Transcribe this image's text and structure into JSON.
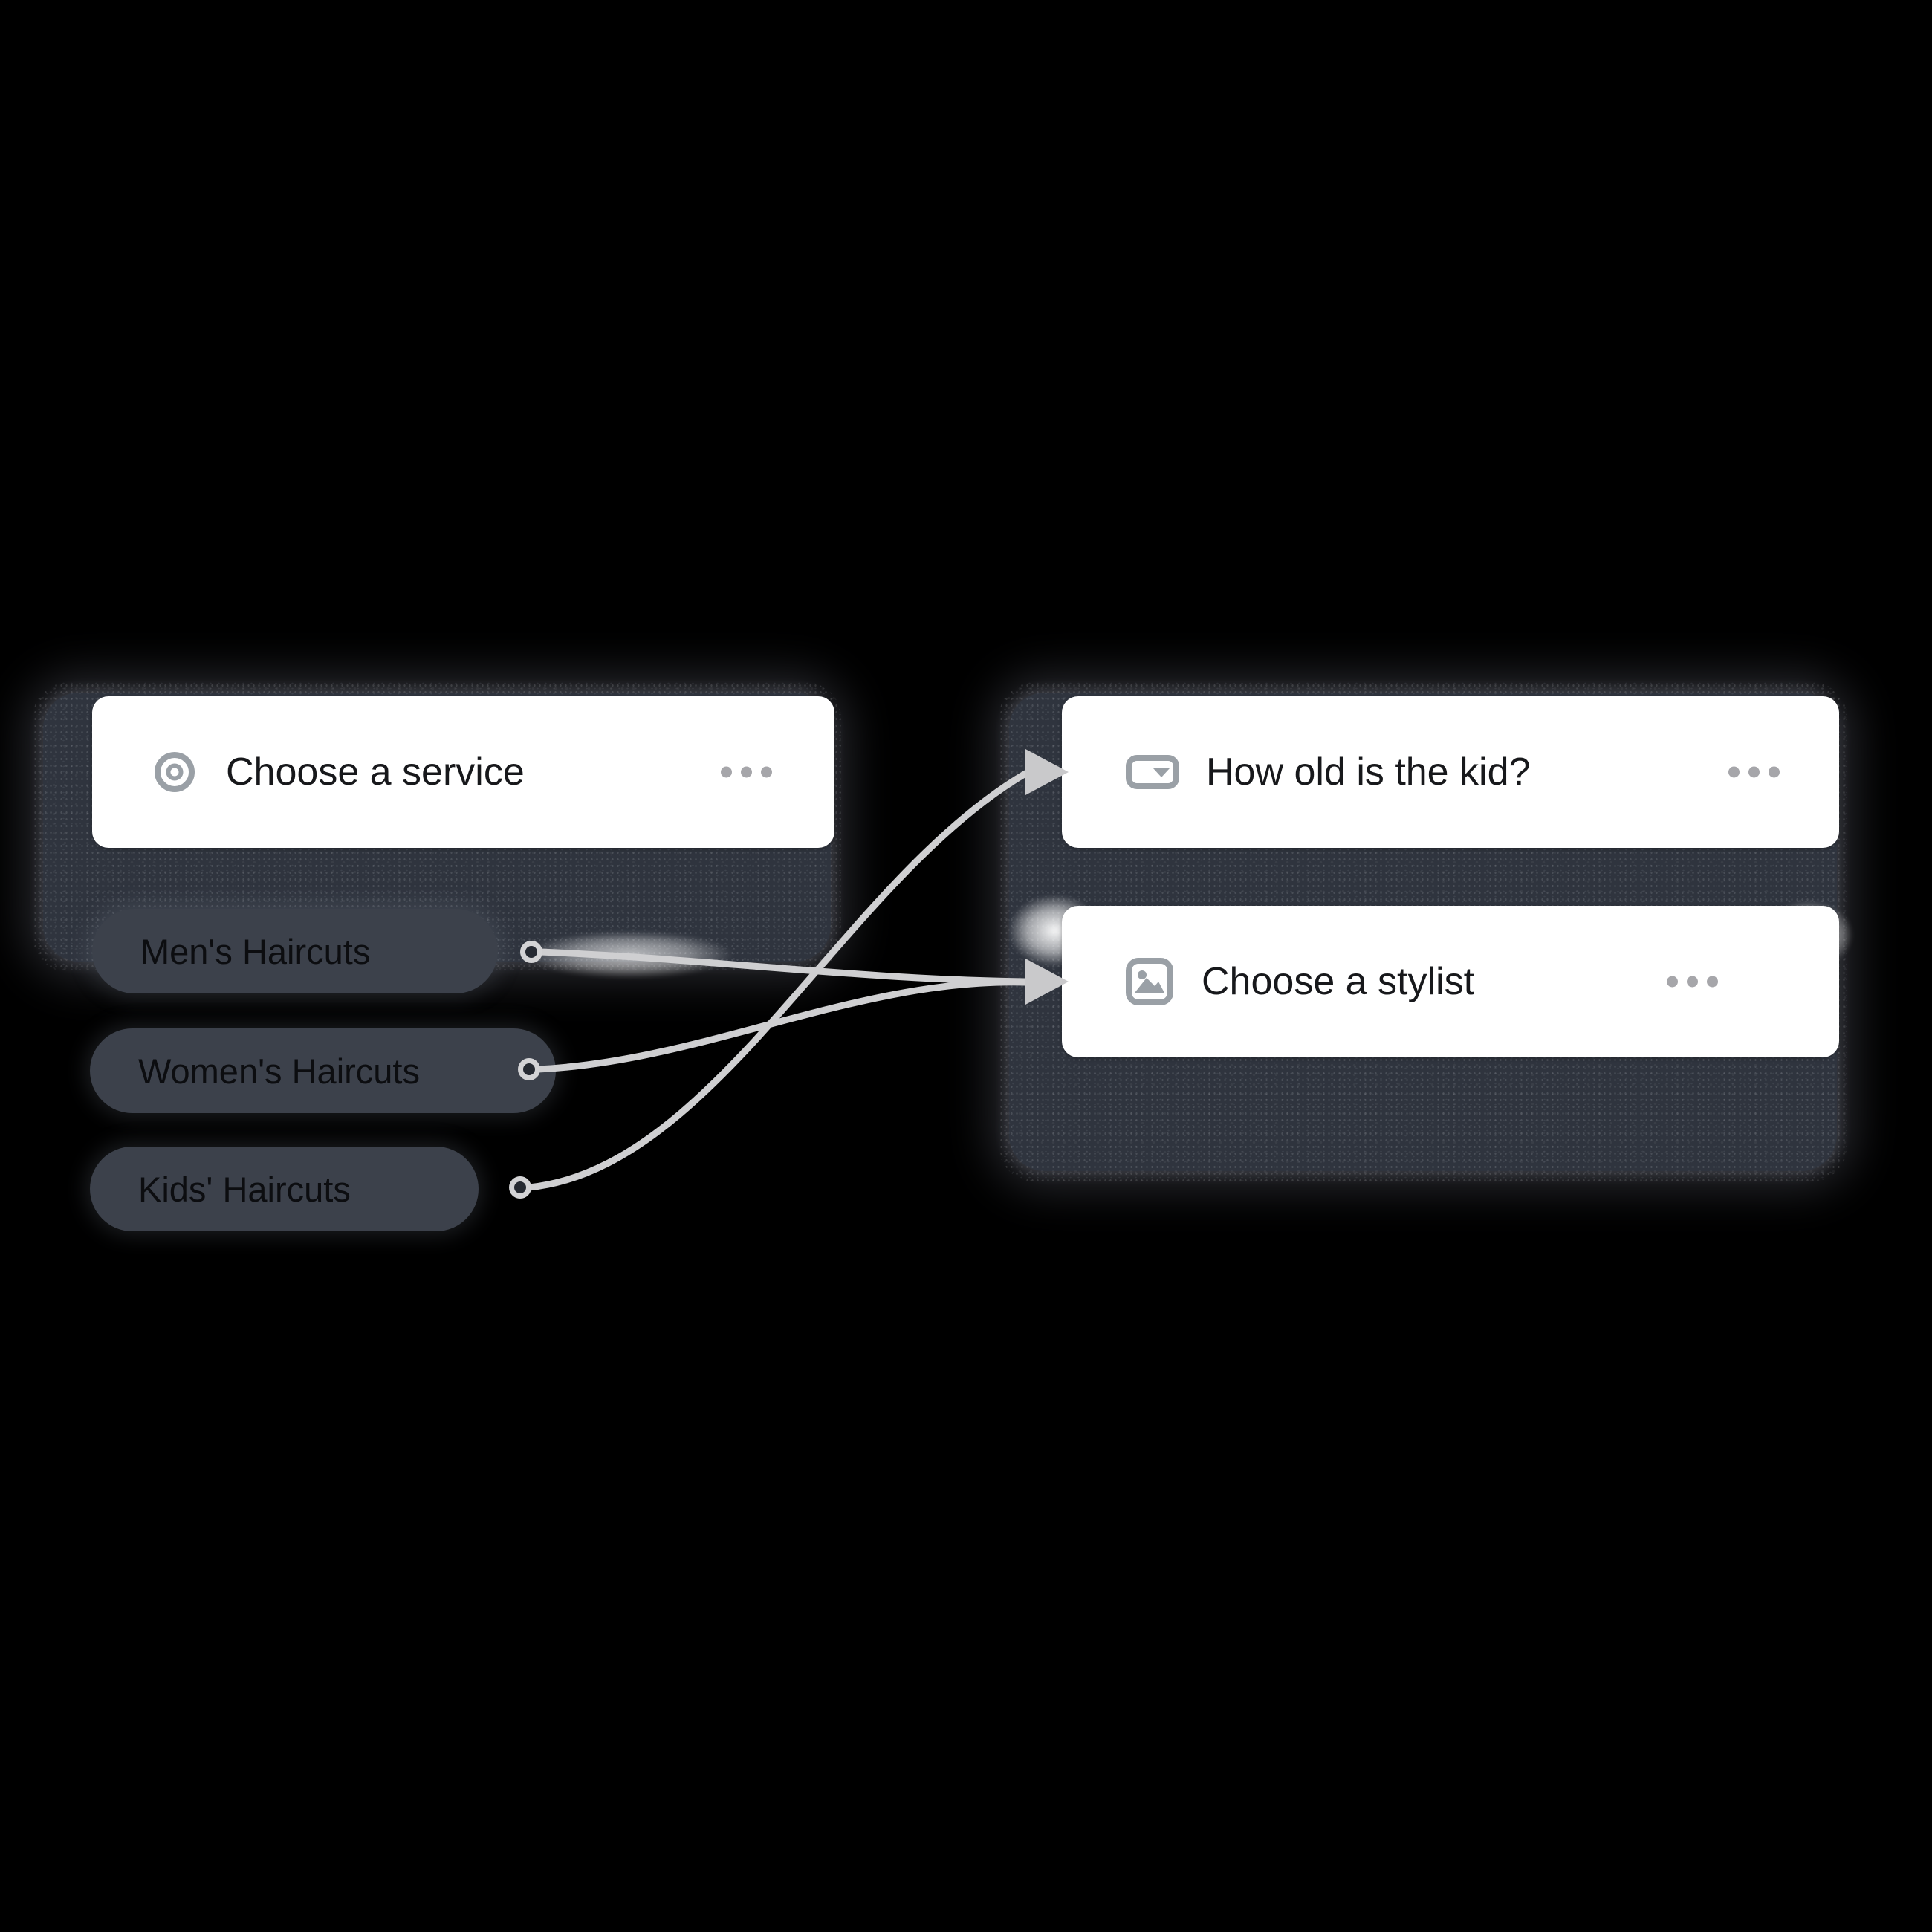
{
  "diagram": {
    "service_node": {
      "title": "Choose a service",
      "icon": "target-icon",
      "menu_icon": "more-options-icon",
      "options": [
        {
          "label": "Men's Haircuts"
        },
        {
          "label": "Women's Haircuts"
        },
        {
          "label": "Kids' Haircuts"
        }
      ]
    },
    "question_nodes": [
      {
        "title": "How old is the kid?",
        "icon": "dropdown-icon",
        "menu_icon": "more-options-icon"
      },
      {
        "title": "Choose a stylist",
        "icon": "image-icon",
        "menu_icon": "more-options-icon"
      }
    ],
    "connections": [
      {
        "from": "Men's Haircuts",
        "to": "Choose a stylist"
      },
      {
        "from": "Women's Haircuts",
        "to": "Choose a stylist"
      },
      {
        "from": "Kids' Haircuts",
        "to": "How old is the kid?"
      }
    ],
    "colors": {
      "background": "#000000",
      "panel": "#2f343e",
      "pill": "#3c414b",
      "card": "#ffffff",
      "card_text": "#17181b",
      "pill_text": "#0c0d10",
      "icon_gray": "#9aa0a6",
      "connector": "#cfcfd1",
      "glow": "#ffffff"
    }
  }
}
